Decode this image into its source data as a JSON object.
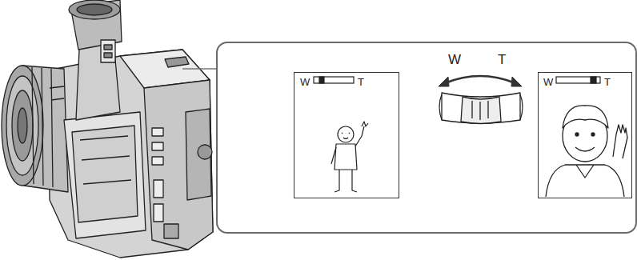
{
  "diagram": {
    "nodes": [
      {
        "text": [
          "W",
          "T"
        ]
      },
      {
        "text": [
          "W",
          "T"
        ],
        "in": 0
      },
      {
        "text": [
          "W",
          "T"
        ],
        "in": 0
      }
    ]
  }
}
